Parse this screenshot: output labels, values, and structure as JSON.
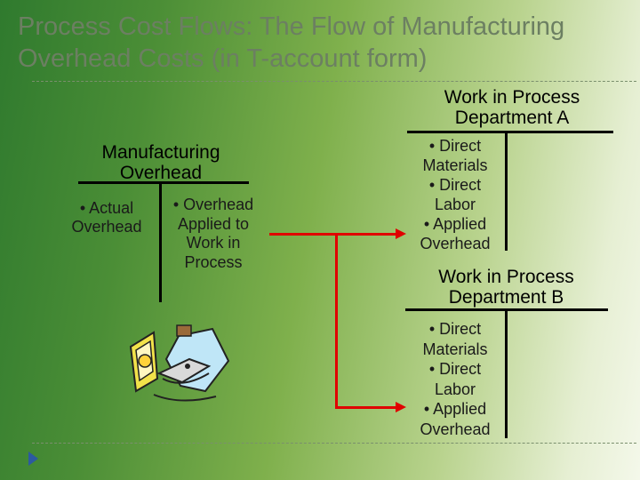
{
  "slide": {
    "title_line1": "Process Cost Flows: The Flow of Manufacturing",
    "title_line2": "Overhead Costs (in T-account form)"
  },
  "mfg_overhead": {
    "header_line1": "Manufacturing",
    "header_line2": "Overhead",
    "debit_line1": "• Actual",
    "debit_line2": "Overhead",
    "credit_line1": "• Overhead",
    "credit_line2": "Applied to",
    "credit_line3": "Work in",
    "credit_line4": "Process"
  },
  "wip_a": {
    "header_line1": "Work in Process",
    "header_line2": "Department A",
    "debit_line1": "• Direct",
    "debit_line2": "Materials",
    "debit_line3": "• Direct",
    "debit_line4": "Labor",
    "debit_line5": "• Applied",
    "debit_line6": "Overhead"
  },
  "wip_b": {
    "header_line1": "Work in Process",
    "header_line2": "Department B",
    "debit_line1": "• Direct",
    "debit_line2": "Materials",
    "debit_line3": "• Direct",
    "debit_line4": "Labor",
    "debit_line5": "• Applied",
    "debit_line6": "Overhead"
  },
  "colors": {
    "arrow": "#e00000",
    "title": "#6c7f62",
    "nav": "#2c5aa0"
  },
  "icons": {
    "nav": "play-triangle-icon",
    "clipart": "computer-cartoon-icon"
  }
}
